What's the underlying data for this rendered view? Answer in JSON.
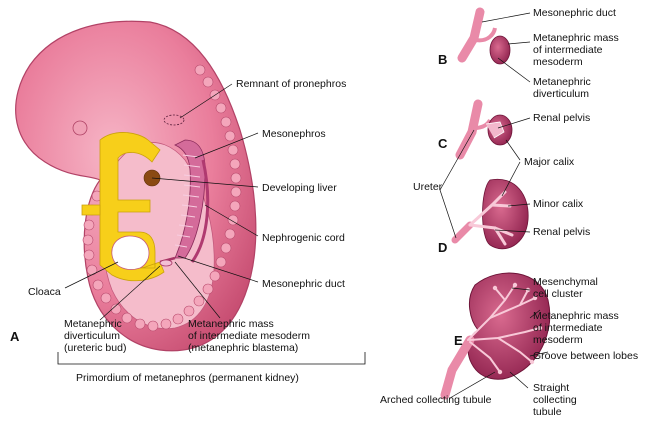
{
  "panels": {
    "A": "A",
    "B": "B",
    "C": "C",
    "D": "D",
    "E": "E"
  },
  "labels_a": {
    "remnant_pronephros": "Remnant of pronephros",
    "mesonephros": "Mesonephros",
    "developing_liver": "Developing liver",
    "nephrogenic_cord": "Nephrogenic cord",
    "mesonephric_duct": "Mesonephric duct",
    "cloaca": "Cloaca",
    "metanephric_diverticulum": "Metanephric\ndiverticulum\n(ureteric bud)",
    "metanephric_mass": "Metanephric mass\nof intermediate mesoderm\n(metanephric blastema)",
    "primordium": "Primordium of metanephros (permanent kidney)"
  },
  "labels_b": {
    "mesonephric_duct": "Mesonephric duct",
    "metanephric_mass": "Metanephric mass\nof intermediate\nmesoderm",
    "metanephric_diverticulum": "Metanephric\ndiverticulum"
  },
  "labels_cd": {
    "renal_pelvis_c": "Renal pelvis",
    "major_calix": "Major calix",
    "ureter": "Ureter",
    "minor_calix": "Minor calix",
    "renal_pelvis_d": "Renal pelvis"
  },
  "labels_e": {
    "mesenchymal_cluster": "Mesenchymal\ncell cluster",
    "metanephric_mass": "Metanephric mass\nof intermediate\nmesoderm",
    "groove": "Groove between lobes",
    "arched_tubule": "Arched collecting tubule",
    "straight_tubule": "Straight\ncollecting\ntubule"
  }
}
